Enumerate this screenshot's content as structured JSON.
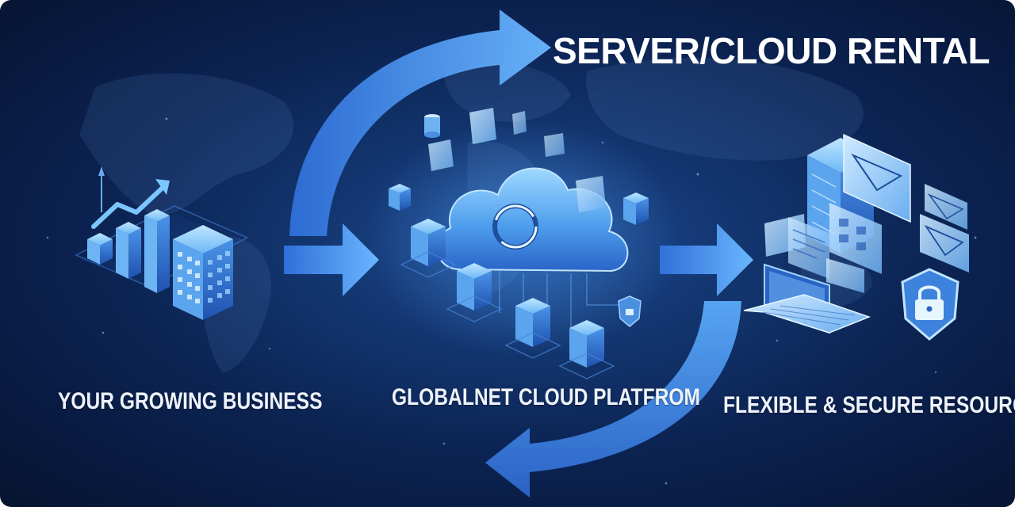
{
  "header": {
    "title": "SERVER/CLOUD RENTAL"
  },
  "stages": [
    {
      "label": "YOUR GROWING BUSINESS"
    },
    {
      "label": "GLOBALNET CLOUD PLATFROM"
    },
    {
      "label": "FLEXIBLE & SECURE RESOURCES"
    }
  ],
  "colors": {
    "background_dark": "#081a40",
    "background_glow": "#1c4a92",
    "accent_blue": "#3f8ff0",
    "accent_light": "#8fd0ff",
    "title_text": "#ffffff"
  },
  "icons": [
    "growth-chart-icon",
    "office-building-icon",
    "cloud-icon",
    "server-stack-icon",
    "database-icon",
    "shield-lock-icon",
    "laptop-icon",
    "email-window-icon",
    "dashboard-window-icon",
    "cycle-arrow-icon",
    "right-arrow-icon"
  ]
}
